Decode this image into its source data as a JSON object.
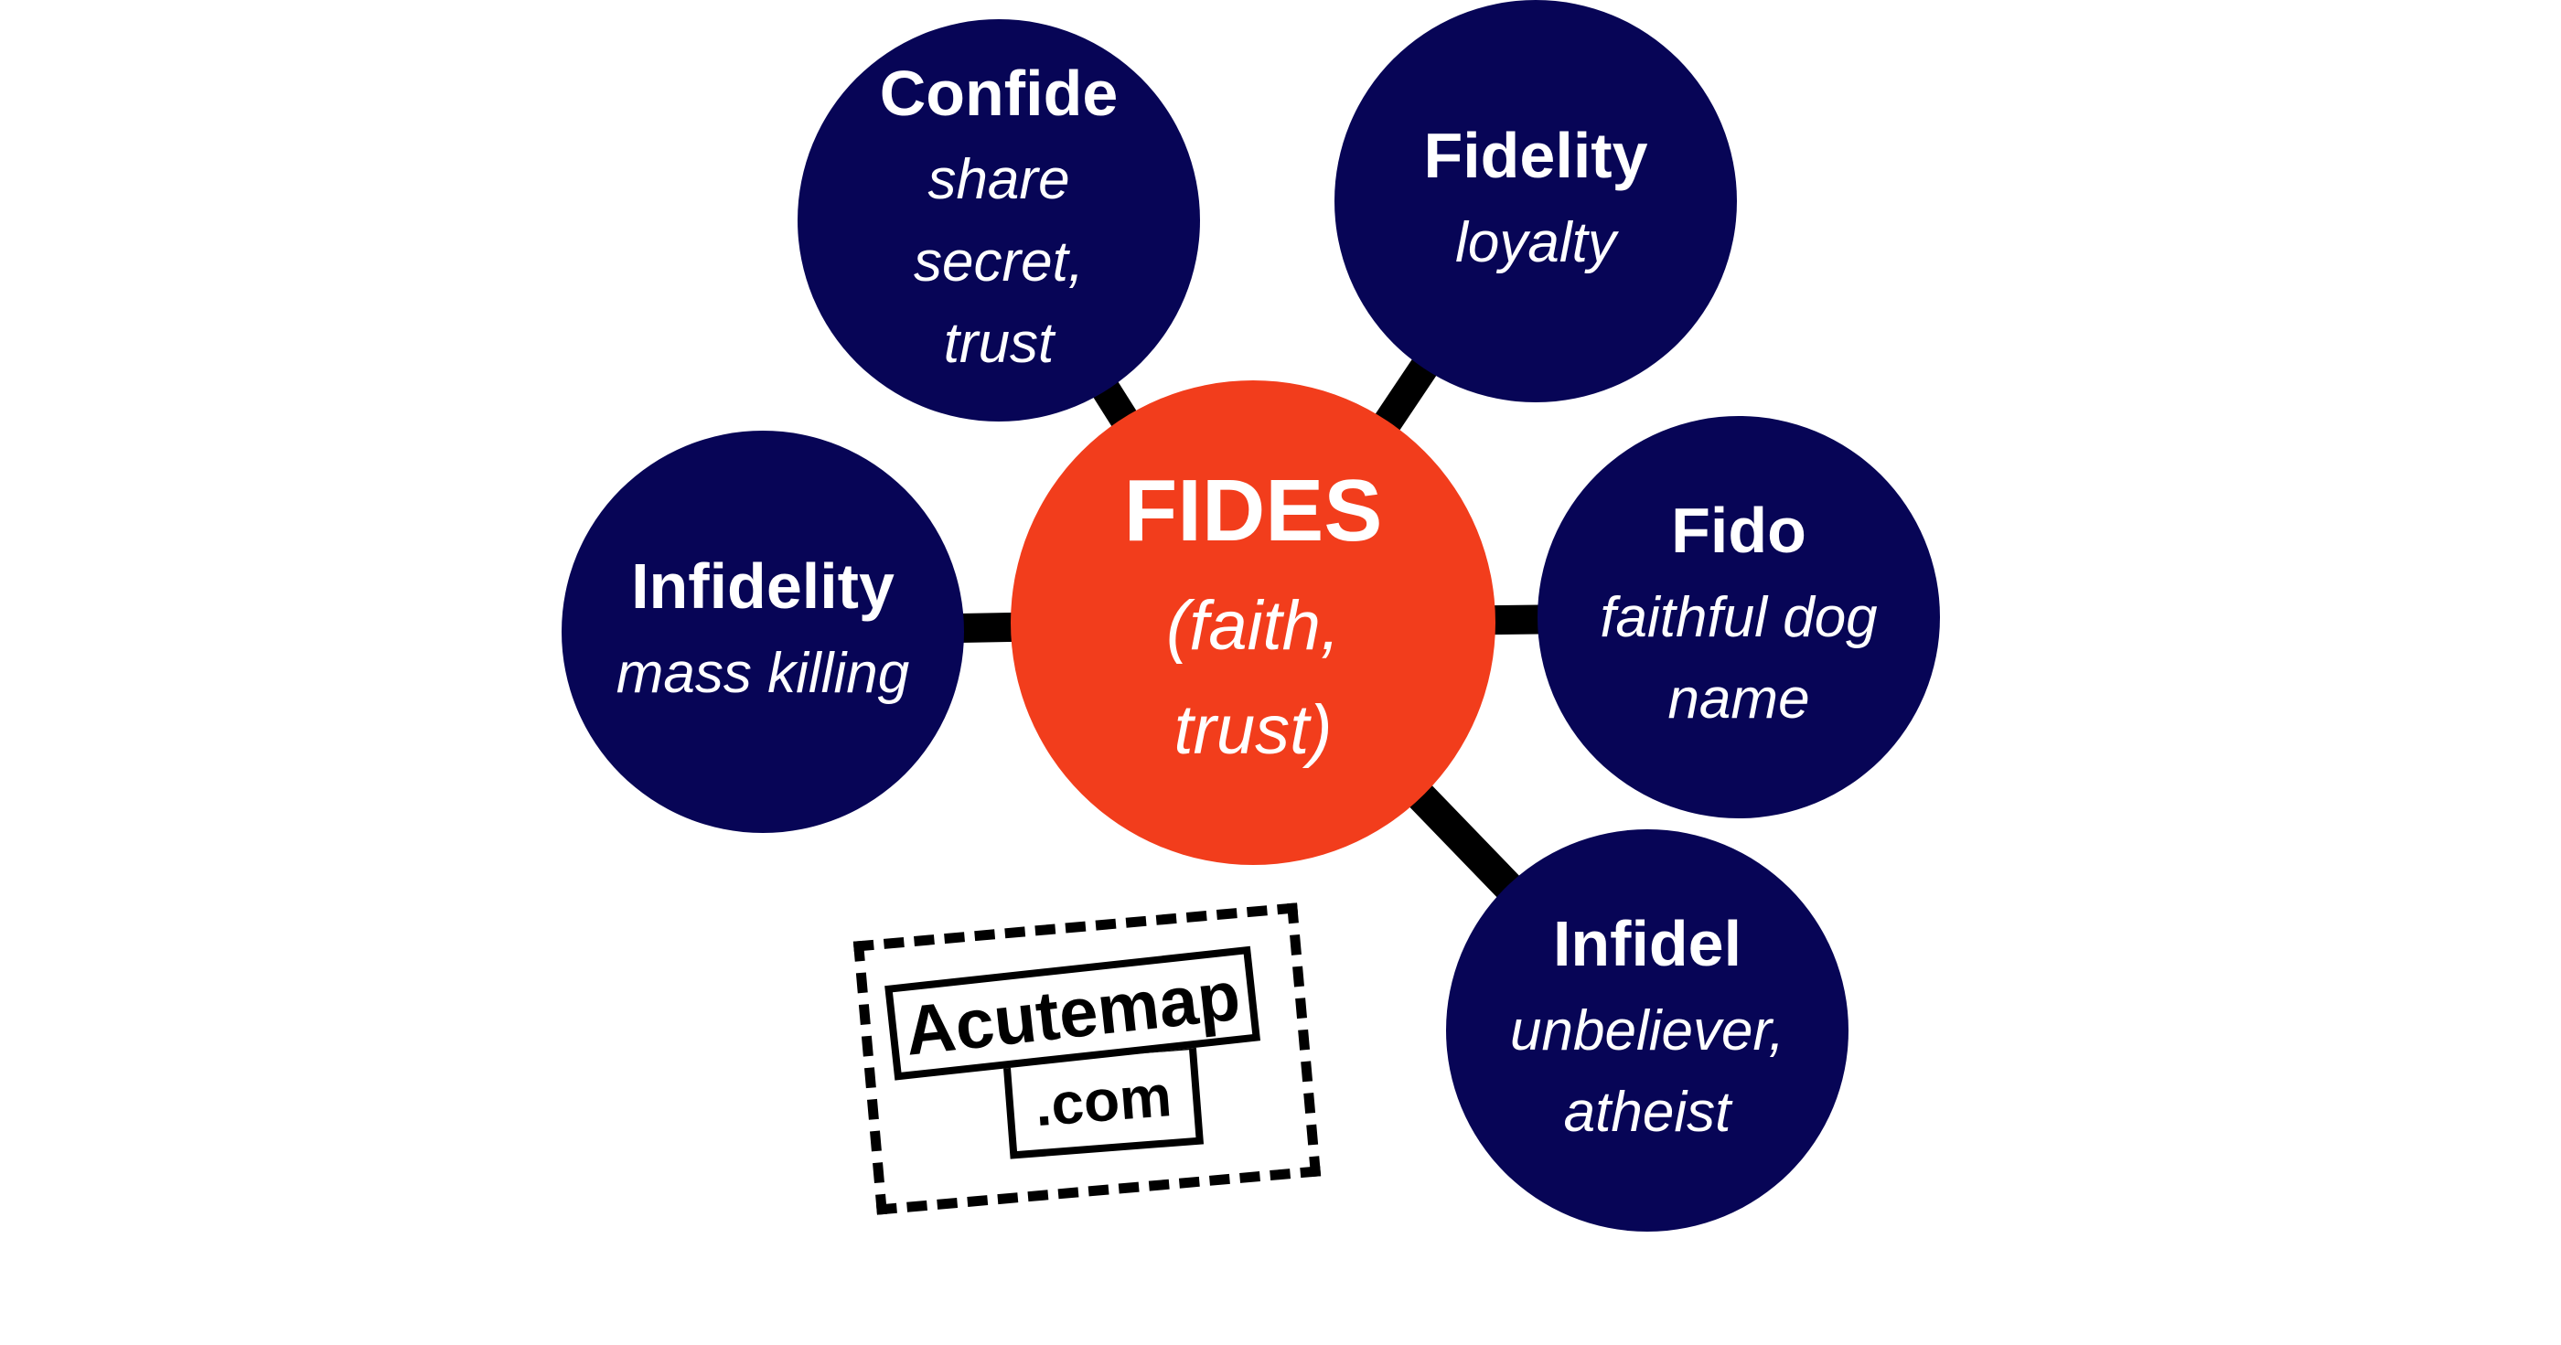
{
  "background_color": "#FFFFFF",
  "diagram": {
    "type": "mind-map",
    "topic": "Latin root FIDES word family",
    "colors": {
      "center_circle": "#F23D1C",
      "node_circle": "#070556",
      "connector": "#000000",
      "text": "#FFFFFF"
    },
    "center": {
      "title": "FIDES",
      "subtitle_lines": [
        "(faith,",
        "trust)"
      ]
    },
    "nodes": [
      {
        "id": "confide",
        "title": "Confide",
        "definition_lines": [
          "share",
          "secret,",
          "trust"
        ]
      },
      {
        "id": "fidelity",
        "title": "Fidelity",
        "definition_lines": [
          "loyalty"
        ]
      },
      {
        "id": "fido",
        "title": "Fido",
        "definition_lines": [
          "faithful dog",
          "name"
        ]
      },
      {
        "id": "infidel",
        "title": "Infidel",
        "definition_lines": [
          "unbeliever,",
          "atheist"
        ]
      },
      {
        "id": "infidelity",
        "title": "Infidelity",
        "definition_lines": [
          "mass killing"
        ]
      }
    ]
  },
  "watermark": {
    "line1": "Acutemap",
    "line2": ".com",
    "text_color": "#000000"
  }
}
